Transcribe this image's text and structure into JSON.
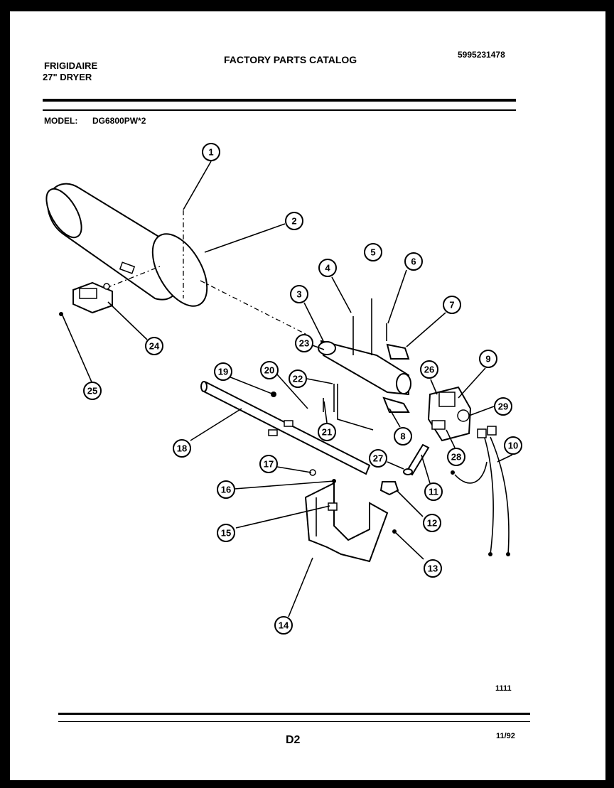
{
  "header": {
    "brand": "FRIGIDAIRE",
    "product": "27\" DRYER",
    "catalog_title": "FACTORY PARTS CATALOG",
    "part_number": "5995231478",
    "model_label": "MODEL:",
    "model_value": "DG6800PW*2"
  },
  "diagram": {
    "callouts": [
      "1",
      "2",
      "3",
      "4",
      "5",
      "6",
      "7",
      "8",
      "9",
      "10",
      "11",
      "12",
      "13",
      "14",
      "15",
      "16",
      "17",
      "18",
      "19",
      "20",
      "21",
      "22",
      "23",
      "24",
      "25",
      "26",
      "27",
      "28",
      "29"
    ]
  },
  "footer": {
    "figure_number": "1111",
    "page_code": "D2",
    "date": "11/92"
  }
}
